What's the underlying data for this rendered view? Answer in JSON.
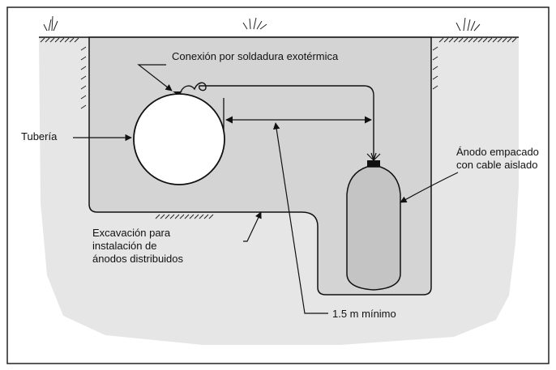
{
  "labels": {
    "connection": "Conexión por soldadura exotérmica",
    "pipe": "Tubería",
    "anode_line1": "Ánodo empacado",
    "anode_line2": "con cable aislado",
    "excavation_line1": "Excavación para",
    "excavation_line2": "instalación de",
    "excavation_line3": "ánodos distribuidos",
    "distance": "1.5 m mínimo"
  },
  "colors": {
    "soil": "#e6e6e6",
    "trench": "#d4d4d4",
    "anode": "#c4c4c4",
    "line": "#111111",
    "pipe": "#ffffff"
  }
}
